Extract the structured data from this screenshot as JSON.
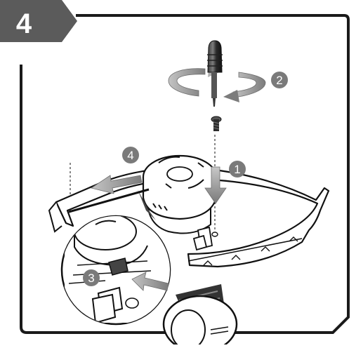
{
  "step": {
    "number": "4",
    "badge_color": "#5b5b5b",
    "badge_text_color": "#ffffff"
  },
  "callouts": [
    "1",
    "2",
    "3",
    "4"
  ],
  "callout_color": "#7a7a7a",
  "arrow_color": "#8c8c8c",
  "frame_color": "#1a1a1a",
  "icons": {
    "screwdriver": "screwdriver-icon",
    "screw": "screw-icon",
    "rotation_arrows": "rotation-arrows-icon"
  }
}
